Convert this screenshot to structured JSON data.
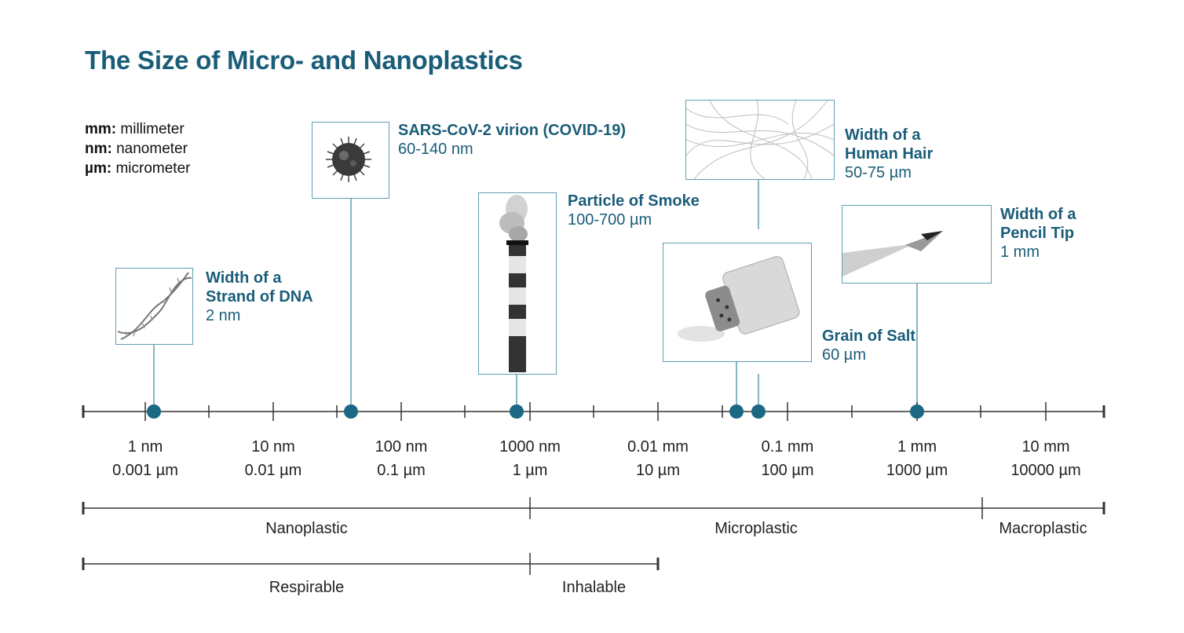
{
  "title": "The Size of Micro- and Nanoplastics",
  "legend": [
    {
      "abbr": "mm:",
      "meaning": "millimeter"
    },
    {
      "abbr": "nm:",
      "meaning": "nanometer"
    },
    {
      "abbr": "µm:",
      "meaning": "micrometer"
    }
  ],
  "items": [
    {
      "name_lines": [
        "Width of a",
        "Strand of DNA"
      ],
      "size": "2 nm",
      "icon": "dna-helix-icon"
    },
    {
      "name_lines": [
        "SARS-CoV-2 virion (COVID-19)"
      ],
      "size": "60-140 nm",
      "icon": "virus-icon"
    },
    {
      "name_lines": [
        "Particle of Smoke"
      ],
      "size": "100-700 µm",
      "icon": "smokestack-icon"
    },
    {
      "name_lines": [
        "Width of a",
        "Human Hair"
      ],
      "size": "50-75 µm",
      "icon": "hair-strands-icon"
    },
    {
      "name_lines": [
        "Grain of Salt"
      ],
      "size": "60 µm",
      "icon": "salt-shaker-icon"
    },
    {
      "name_lines": [
        "Width of a",
        "Pencil Tip"
      ],
      "size": "1 mm",
      "icon": "pencil-tip-icon"
    }
  ],
  "scale_ticks": [
    {
      "top": "1 nm",
      "bottom": "0.001 µm"
    },
    {
      "top": "10 nm",
      "bottom": "0.01 µm"
    },
    {
      "top": "100 nm",
      "bottom": "0.1 µm"
    },
    {
      "top": "1000 nm",
      "bottom": "1 µm"
    },
    {
      "top": "0.01 mm",
      "bottom": "10 µm"
    },
    {
      "top": "0.1 mm",
      "bottom": "100 µm"
    },
    {
      "top": "1 mm",
      "bottom": "1000 µm"
    },
    {
      "top": "10 mm",
      "bottom": "10000 µm"
    }
  ],
  "classification": [
    "Nanoplastic",
    "Microplastic",
    "Macroplastic"
  ],
  "inhalation": [
    "Respirable",
    "Inhalable"
  ],
  "colors": {
    "accent": "#1a5d78",
    "box_border": "#5f9eb1",
    "axis": "#333333"
  }
}
